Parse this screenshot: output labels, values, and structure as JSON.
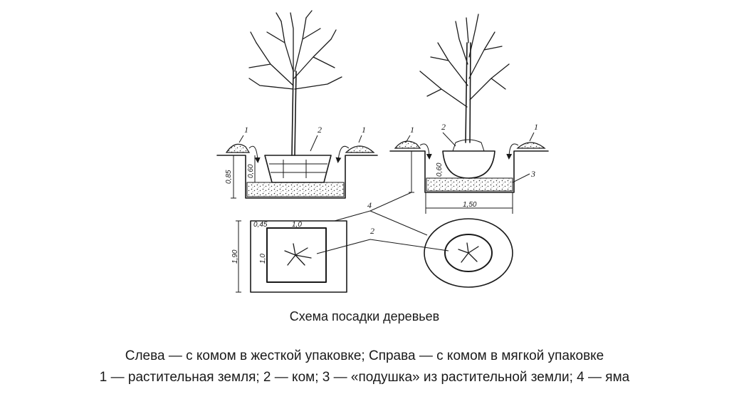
{
  "diagram": {
    "callouts": {
      "n1": "1",
      "n2": "2",
      "n3": "3",
      "n4": "4"
    },
    "dimensions": {
      "depth_left": "0,85",
      "depth_left_inner": "0,60",
      "depth_right": "0,60",
      "width_right": "1,50",
      "plan_outer": "1,90",
      "plan_inner": "1,0",
      "plan_top_inner": "1,0",
      "plan_margin": "0,45"
    }
  },
  "caption": {
    "title": "Схема посадки деревьев",
    "line1": "Слева — с комом в жесткой упаковке; Справа — с комом в мягкой упаковке",
    "line2": "1 — растительная земля; 2 — ком; 3 — «подушка» из растительной земли; 4 — яма"
  }
}
